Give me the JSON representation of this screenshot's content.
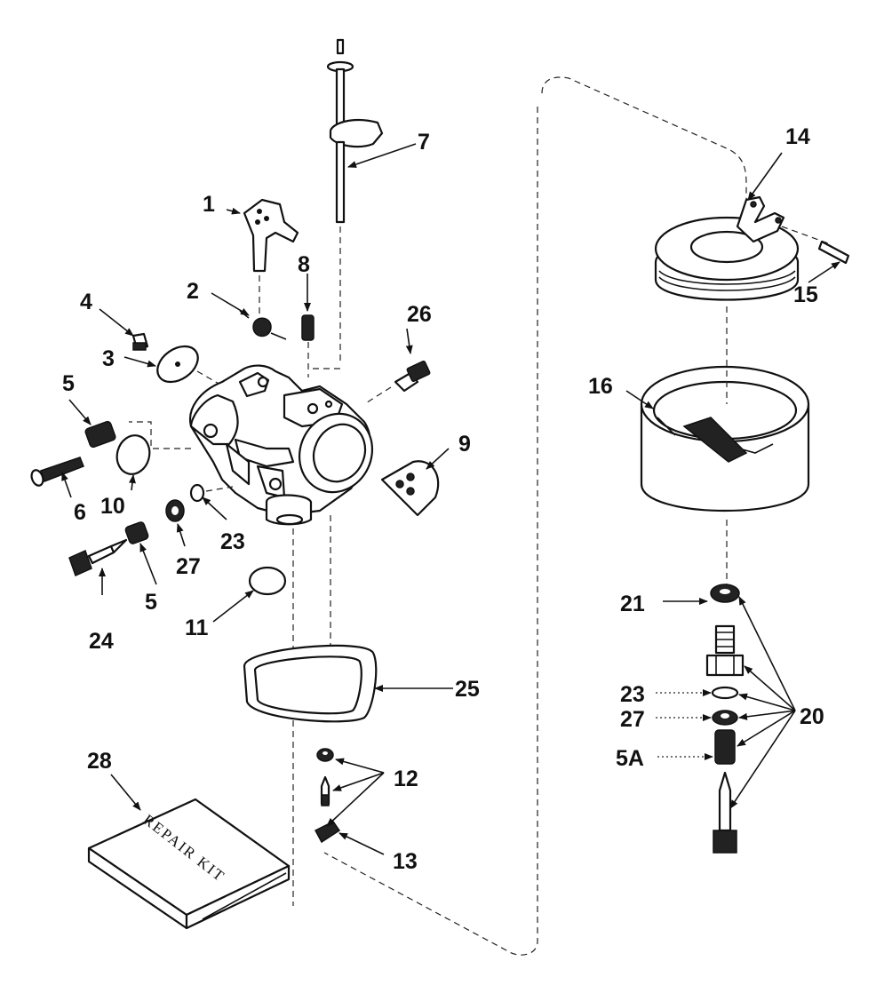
{
  "diagram": {
    "labels": {
      "l1": "1",
      "l2": "2",
      "l3": "3",
      "l4": "4",
      "l5a": "5",
      "l5b": "5",
      "l6": "6",
      "l7": "7",
      "l8": "8",
      "l9": "9",
      "l10": "10",
      "l11": "11",
      "l12": "12",
      "l13": "13",
      "l14": "14",
      "l15": "15",
      "l16": "16",
      "l20": "20",
      "l21": "21",
      "l23a": "23",
      "l23b": "23",
      "l24": "24",
      "l25": "25",
      "l26": "26",
      "l27a": "27",
      "l27b": "27",
      "l28": "28",
      "l5A": "5A"
    },
    "kit_text": "REPAIR KIT"
  }
}
